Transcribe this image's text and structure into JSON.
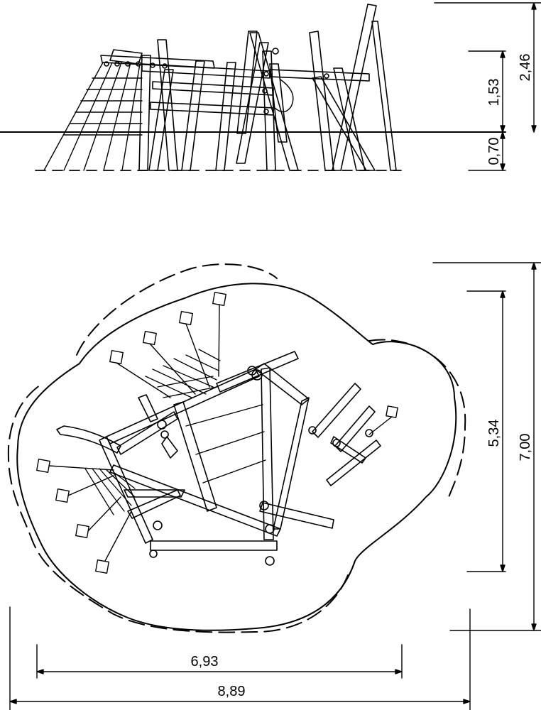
{
  "side_view": {
    "dim_total_height": "2,46",
    "dim_platform_height": "1,53",
    "dim_foundation_depth": "0,70"
  },
  "top_view": {
    "dim_inner_depth": "5,34",
    "dim_outer_depth": "7,00",
    "dim_inner_width": "6,93",
    "dim_outer_width": "8,89"
  }
}
